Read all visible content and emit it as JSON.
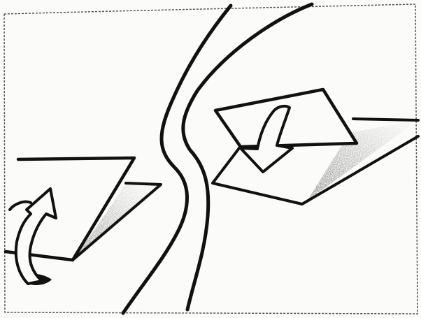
{
  "colors": {
    "paper": "#fbfbfa",
    "ink": "#111111",
    "shadow": "#4a4a4a"
  },
  "figure": {
    "frame": "frame-border",
    "divider": "road-divider-lines",
    "left_panel": {
      "icon": "curved-up-arrow-icon",
      "shape": "tilted-sheet"
    },
    "right_panel": {
      "icon": "curved-down-arrow-icon",
      "shape": "tilted-sheet"
    }
  }
}
